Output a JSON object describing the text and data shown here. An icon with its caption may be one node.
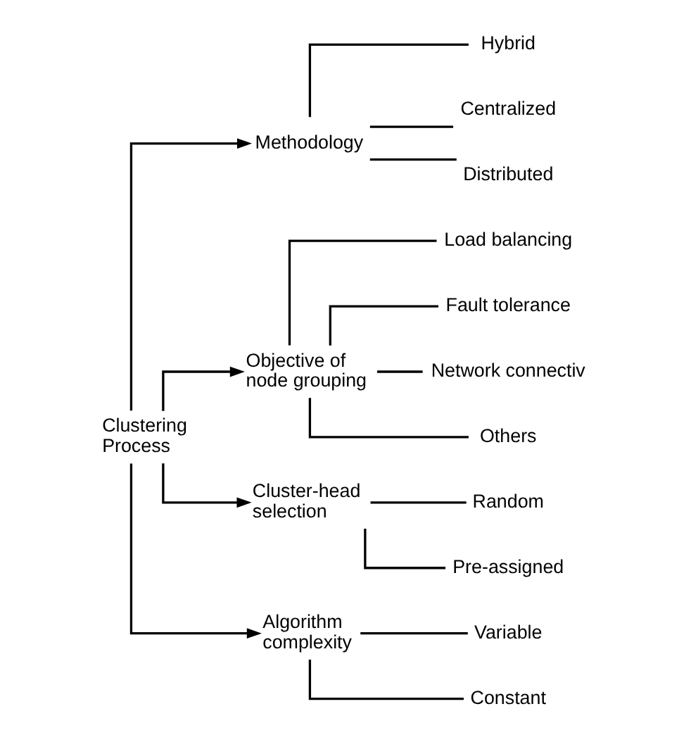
{
  "diagram": {
    "nodes": [
      {
        "text": [
          "Clustering Process"
        ]
      },
      {
        "text": [
          "Methodology"
        ]
      },
      {
        "text": [
          "Hybrid"
        ]
      },
      {
        "text": [
          "Centralized"
        ]
      },
      {
        "text": [
          "Distributed"
        ]
      },
      {
        "text": [
          "Objective of node grouping"
        ]
      },
      {
        "text": [
          "Load balancing"
        ]
      },
      {
        "text": [
          "Fault tolerance"
        ]
      },
      {
        "text": [
          "Network connectiv"
        ]
      },
      {
        "text": [
          "Others"
        ]
      },
      {
        "text": [
          "Cluster-head selection"
        ]
      },
      {
        "text": [
          "Random"
        ]
      },
      {
        "text": [
          "Pre-assigned"
        ]
      },
      {
        "text": [
          "Algorithm complexity"
        ]
      },
      {
        "text": [
          "Variable"
        ]
      },
      {
        "text": [
          "Constant"
        ]
      }
    ],
    "edges": [
      {
        "from": 0,
        "to": 1,
        "arrow": "to"
      },
      {
        "from": 0,
        "to": 5,
        "arrow": "to"
      },
      {
        "from": 0,
        "to": 10,
        "arrow": "to"
      },
      {
        "from": 0,
        "to": 13,
        "arrow": "to"
      },
      {
        "from": 1,
        "to": 2,
        "arrow": "none"
      },
      {
        "from": 1,
        "to": 3,
        "arrow": "none"
      },
      {
        "from": 1,
        "to": 4,
        "arrow": "none"
      },
      {
        "from": 5,
        "to": 6,
        "arrow": "none"
      },
      {
        "from": 5,
        "to": 7,
        "arrow": "none"
      },
      {
        "from": 5,
        "to": 8,
        "arrow": "none"
      },
      {
        "from": 5,
        "to": 9,
        "arrow": "none"
      },
      {
        "from": 10,
        "to": 11,
        "arrow": "none"
      },
      {
        "from": 10,
        "to": 12,
        "arrow": "none"
      },
      {
        "from": 13,
        "to": 14,
        "arrow": "none"
      },
      {
        "from": 13,
        "to": 15,
        "arrow": "none"
      }
    ]
  }
}
